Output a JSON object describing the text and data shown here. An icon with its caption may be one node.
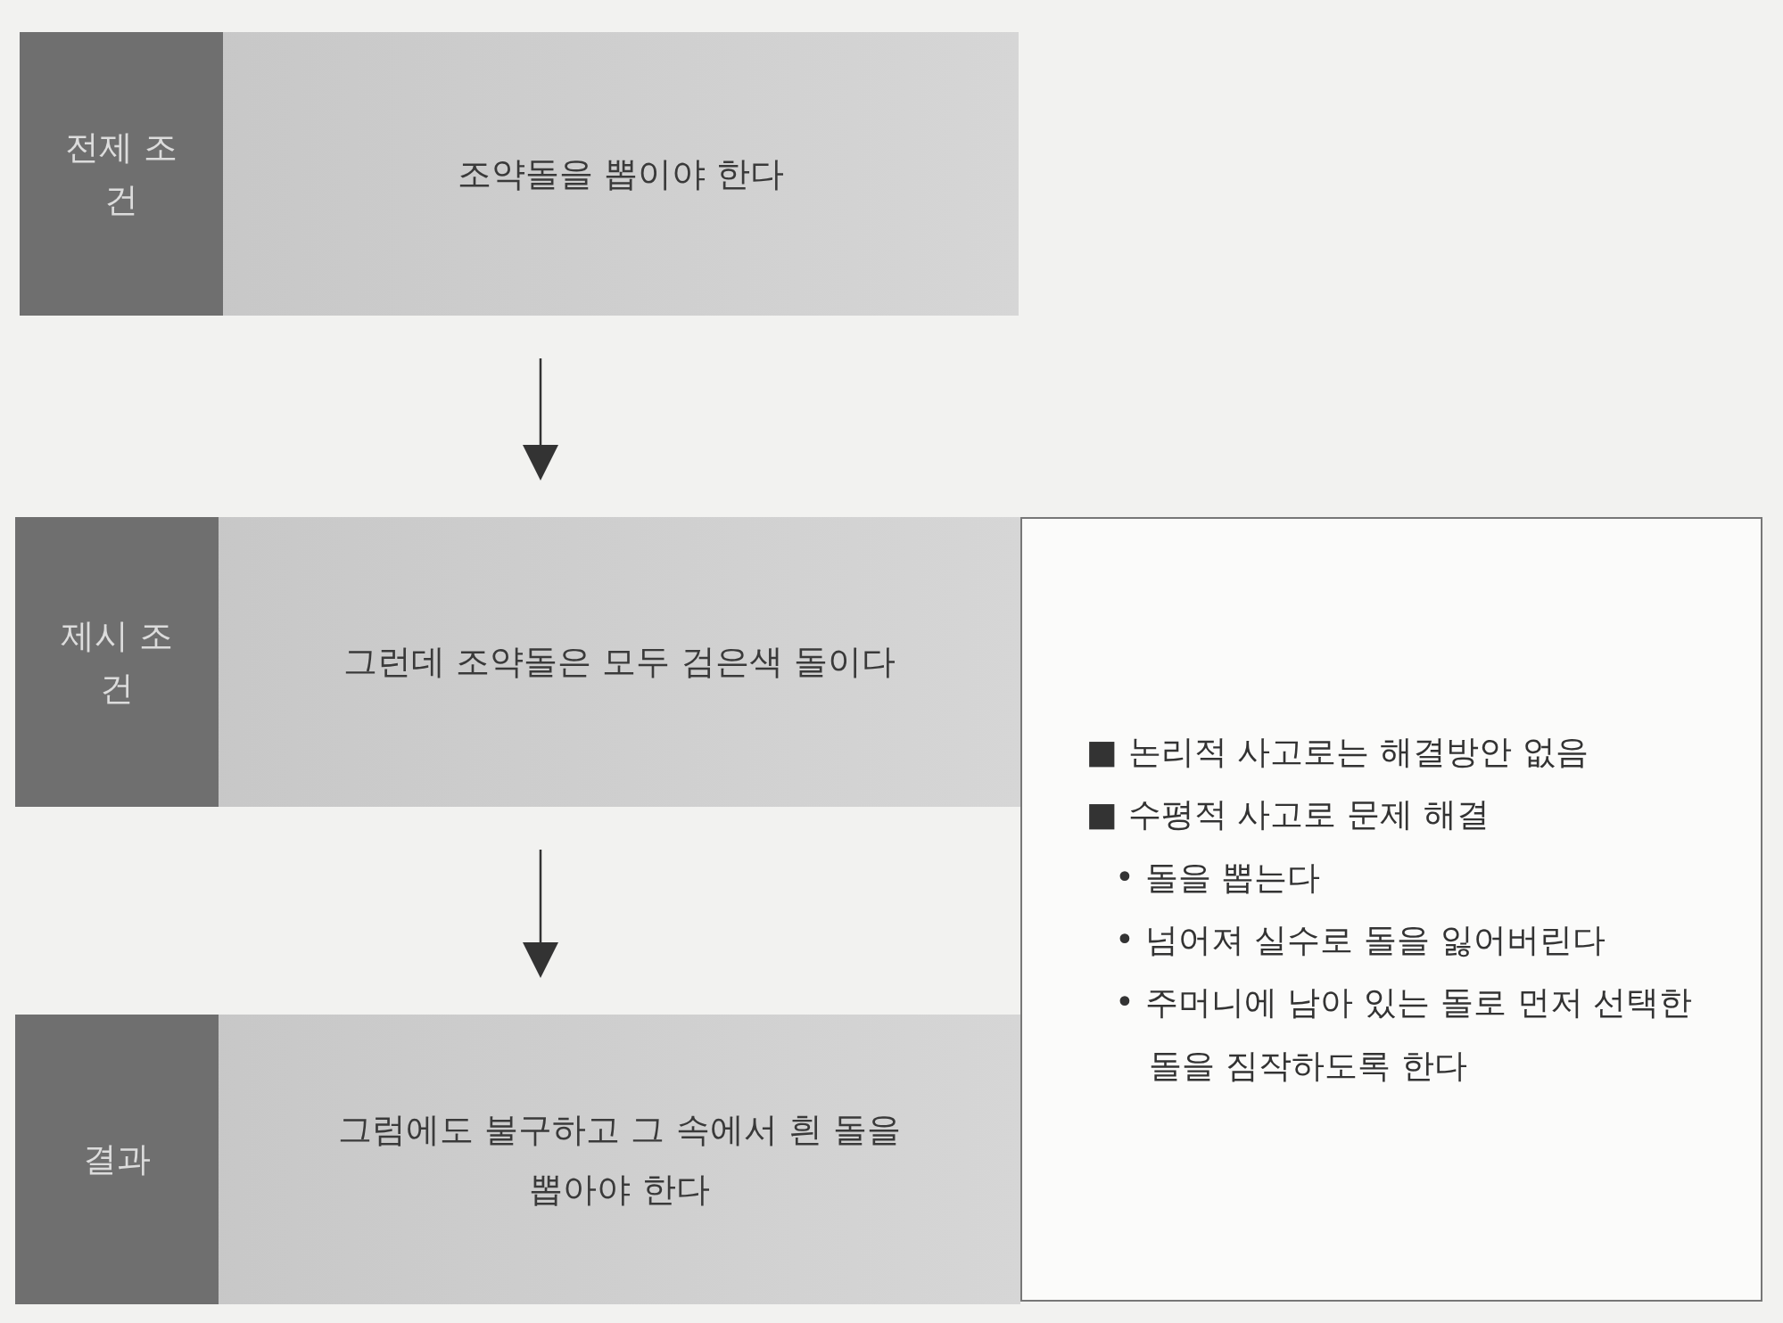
{
  "diagram": {
    "nodes": [
      {
        "text": [
          "전제 조건",
          "조약돌을 뽑이야 한다"
        ]
      },
      {
        "text": [
          "제시 조건",
          "그런데 조약돌은 모두 검은색 돌이다"
        ]
      },
      {
        "text": [
          "결과",
          "그럼에도 불구하고 그 속에서 흰 돌을 뽑아야 한다"
        ]
      },
      {
        "text": [
          "■ 논리적 사고로는 해결방안 없음",
          "■ 수평적 사고로 문제 해결",
          "• 돌을 뽑는다",
          "• 넘어져 실수로 돌을 잃어버린다",
          "• 주머니에 남아 있는 돌로 먼저 선택한 돌을 짐작하도록 한다"
        ]
      }
    ],
    "edges": [
      {
        "from": 0,
        "to": 1,
        "arrow": "to"
      },
      {
        "from": 1,
        "to": 2,
        "arrow": "to"
      }
    ]
  }
}
